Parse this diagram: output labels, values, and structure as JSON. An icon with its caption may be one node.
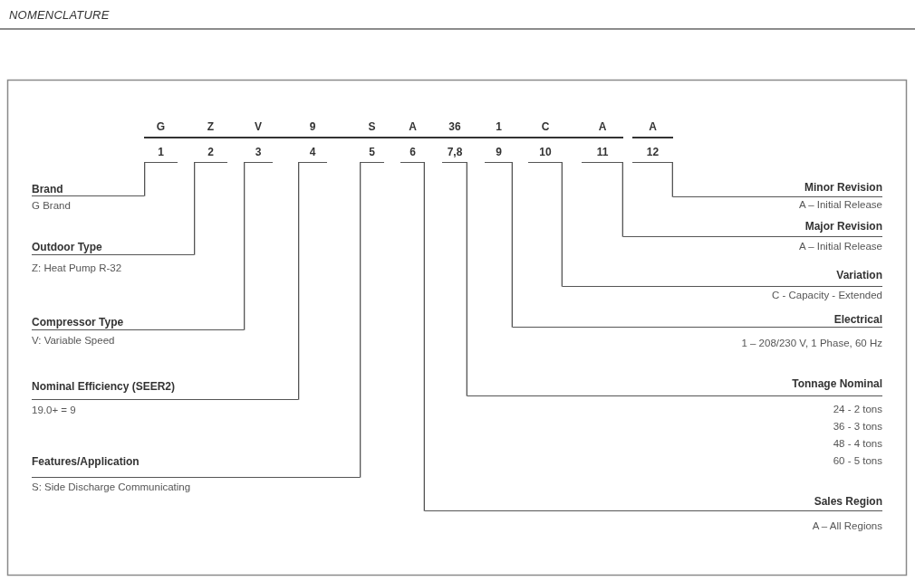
{
  "diagram": {
    "title": "NOMENCLATURE",
    "nodes": [
      {
        "text": [
          "G",
          "1"
        ]
      },
      {
        "text": [
          "Z",
          "2"
        ]
      },
      {
        "text": [
          "V",
          "3"
        ]
      },
      {
        "text": [
          "9",
          "4"
        ]
      },
      {
        "text": [
          "S",
          "5"
        ]
      },
      {
        "text": [
          "A",
          "6"
        ]
      },
      {
        "text": [
          "36",
          "7,8"
        ]
      },
      {
        "text": [
          "1",
          "9"
        ]
      },
      {
        "text": [
          "C",
          "10"
        ]
      },
      {
        "text": [
          "A",
          "11"
        ]
      },
      {
        "text": [
          "A",
          "12"
        ]
      },
      {
        "text": [
          "Brand",
          "G Brand"
        ]
      },
      {
        "text": [
          "Outdoor Type",
          "Z: Heat Pump R-32"
        ]
      },
      {
        "text": [
          "Compressor Type",
          "V: Variable Speed"
        ]
      },
      {
        "text": [
          "Nominal Efficiency (SEER2)",
          "19.0+ = 9"
        ]
      },
      {
        "text": [
          "Features/Application",
          "S: Side Discharge Communicating"
        ]
      },
      {
        "text": [
          "Minor Revision",
          "A – Initial Release"
        ]
      },
      {
        "text": [
          "Major Revision",
          "A – Initial Release"
        ]
      },
      {
        "text": [
          "Variation",
          "C - Capacity - Extended"
        ]
      },
      {
        "text": [
          "Electrical",
          "1 – 208/230 V, 1 Phase, 60 Hz"
        ]
      },
      {
        "text": [
          "Tonnage Nominal",
          "24 - 2 tons",
          "36 - 3 tons",
          "48 - 4 tons",
          "60 - 5 tons"
        ]
      },
      {
        "text": [
          "Sales Region",
          "A – All Regions"
        ]
      }
    ],
    "edges": [
      {
        "from": 0,
        "to": 11,
        "arrow": "none"
      },
      {
        "from": 1,
        "to": 12,
        "arrow": "none"
      },
      {
        "from": 2,
        "to": 13,
        "arrow": "none"
      },
      {
        "from": 3,
        "to": 14,
        "arrow": "none"
      },
      {
        "from": 4,
        "to": 15,
        "arrow": "none"
      },
      {
        "from": 5,
        "to": 21,
        "arrow": "none"
      },
      {
        "from": 6,
        "to": 20,
        "arrow": "none"
      },
      {
        "from": 7,
        "to": 19,
        "arrow": "none"
      },
      {
        "from": 8,
        "to": 18,
        "arrow": "none"
      },
      {
        "from": 9,
        "to": 17,
        "arrow": "none"
      },
      {
        "from": 10,
        "to": 16,
        "arrow": "none"
      }
    ]
  }
}
